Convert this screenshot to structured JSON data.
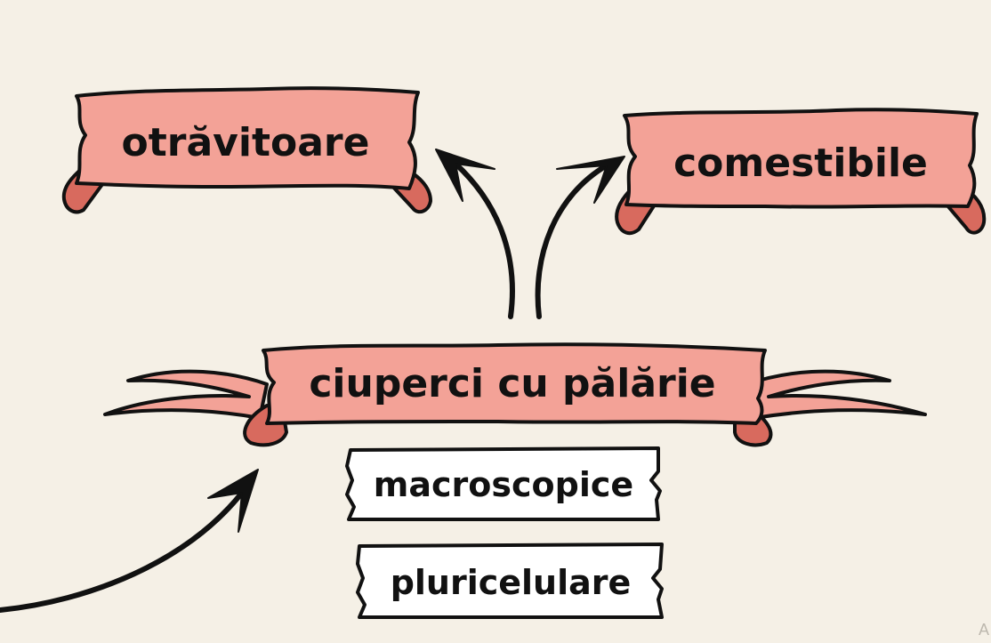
{
  "colors": {
    "background": "#f5f0e6",
    "banner_fill": "#f3a297",
    "banner_fold": "#d86a5e",
    "label_box_fill": "#ffffff",
    "outline": "#111111"
  },
  "diagram": {
    "center": {
      "text": "ciuperci cu pălărie"
    },
    "top_left": {
      "text": "otrăvitoare"
    },
    "top_right": {
      "text": "comestibile"
    },
    "features": [
      {
        "text": "macroscopice"
      },
      {
        "text": "pluricelulare"
      }
    ],
    "corner_mark": "A"
  }
}
